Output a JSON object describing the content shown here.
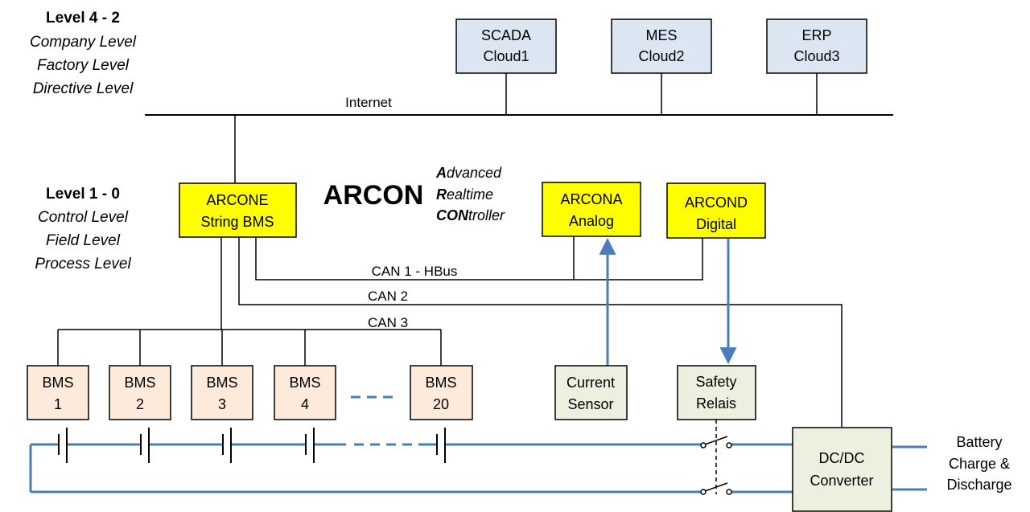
{
  "levels_top": {
    "title": "Level 4 - 2",
    "items": [
      "Company Level",
      "Factory Level",
      "Directive Level"
    ]
  },
  "levels_bottom": {
    "title": "Level 1 - 0",
    "items": [
      "Control Level",
      "Field Level",
      "Process Level"
    ]
  },
  "cloud": [
    {
      "line1": "SCADA",
      "line2": "Cloud1"
    },
    {
      "line1": "MES",
      "line2": "Cloud2"
    },
    {
      "line1": "ERP",
      "line2": "Cloud3"
    }
  ],
  "internet_label": "Internet",
  "arcon": {
    "title": "ARCON",
    "acronym": [
      {
        "bold": "A",
        "rest": "dvanced"
      },
      {
        "bold": "R",
        "rest": "ealtime"
      },
      {
        "bold": "CON",
        "rest": "troller"
      }
    ]
  },
  "controllers": {
    "arcone": {
      "line1": "ARCONE",
      "line2": "String BMS"
    },
    "arcona": {
      "line1": "ARCONA",
      "line2": "Analog"
    },
    "arcond": {
      "line1": "ARCOND",
      "line2": "Digital"
    }
  },
  "buses": {
    "can1": "CAN 1 - HBus",
    "can2": "CAN 2",
    "can3": "CAN 3"
  },
  "bms": [
    {
      "line1": "BMS",
      "line2": "1"
    },
    {
      "line1": "BMS",
      "line2": "2"
    },
    {
      "line1": "BMS",
      "line2": "3"
    },
    {
      "line1": "BMS",
      "line2": "4"
    },
    {
      "line1": "BMS",
      "line2": "20"
    }
  ],
  "current_sensor": {
    "line1": "Current",
    "line2": "Sensor"
  },
  "safety_relais": {
    "line1": "Safety",
    "line2": "Relais"
  },
  "dcdc": {
    "line1": "DC/DC",
    "line2": "Converter"
  },
  "battery": [
    "Battery",
    "Charge &",
    "Discharge"
  ],
  "colors": {
    "cloud_fill": "#dce6f2",
    "controller_fill": "#ffff00",
    "bms_fill": "#fdeada",
    "sensor_fill": "#ebf1de",
    "power_line": "#4a7ebb",
    "signal_line": "#000000"
  }
}
